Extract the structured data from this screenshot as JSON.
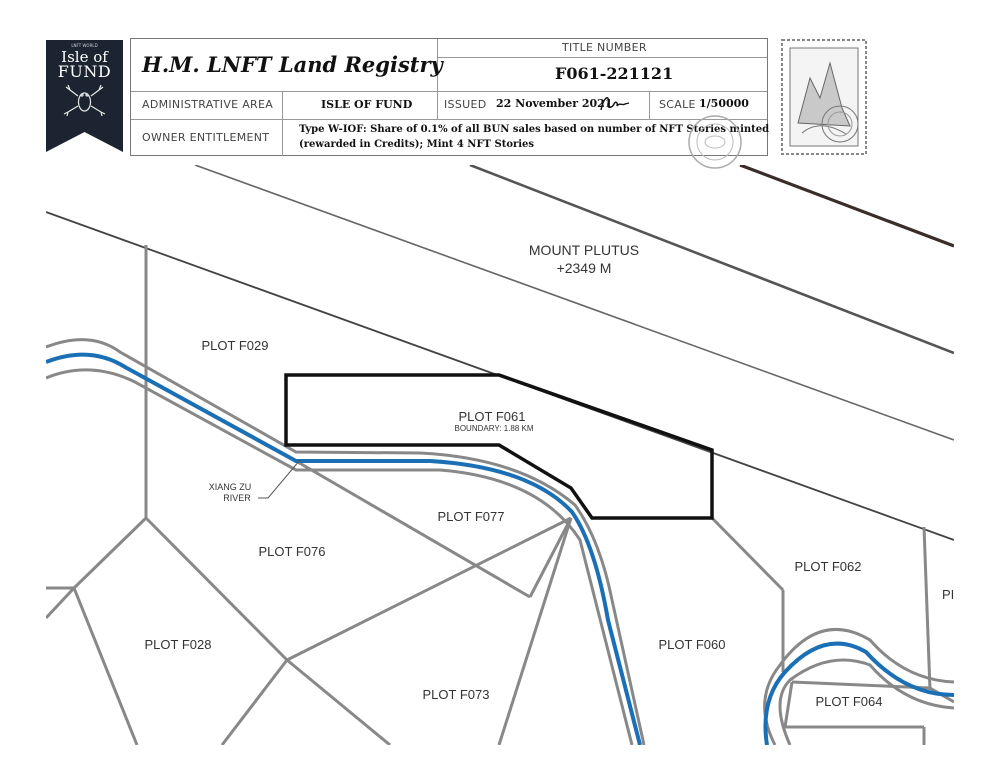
{
  "brand": {
    "line1": "Isle of",
    "line2": "FUND",
    "small_text": "LNFT WORLD",
    "banner_color": "#1b2430"
  },
  "header": {
    "registry_title": "H.M. LNFT Land Registry",
    "title_number_label": "TITLE NUMBER",
    "title_number": "F061-221121",
    "admin_area_label": "ADMINISTRATIVE AREA",
    "admin_area": "ISLE OF FUND",
    "issued_label": "ISSUED",
    "issued_date": "22 November 2021",
    "scale_label": "SCALE",
    "scale": "1/50000",
    "owner_label": "OWNER ENTITLEMENT",
    "owner_text_line1": "Type W-IOF: Share of 0.1% of all BUN sales based on number of NFT Stories minted",
    "owner_text_line2": "(rewarded in Credits); Mint 4 NFT Stories"
  },
  "map": {
    "river_color": "#1a6fb5",
    "boundary_color": "#111111",
    "plot_line_color": "#888888",
    "mountain": {
      "name": "MOUNT PLUTUS",
      "elevation": "+2349 M"
    },
    "highlighted_plot": {
      "name": "PLOT F061",
      "boundary": "BOUNDARY: 1.88 KM"
    },
    "river_label_line1": "XIANG ZU",
    "river_label_line2": "RIVER",
    "plots": {
      "f029": "PLOT F029",
      "f077": "PLOT F077",
      "f076": "PLOT F076",
      "f062": "PLOT F062",
      "f028": "PLOT F028",
      "f060": "PLOT F060",
      "f073": "PLOT F073",
      "f064": "PLOT F064",
      "cut": "PI"
    }
  }
}
